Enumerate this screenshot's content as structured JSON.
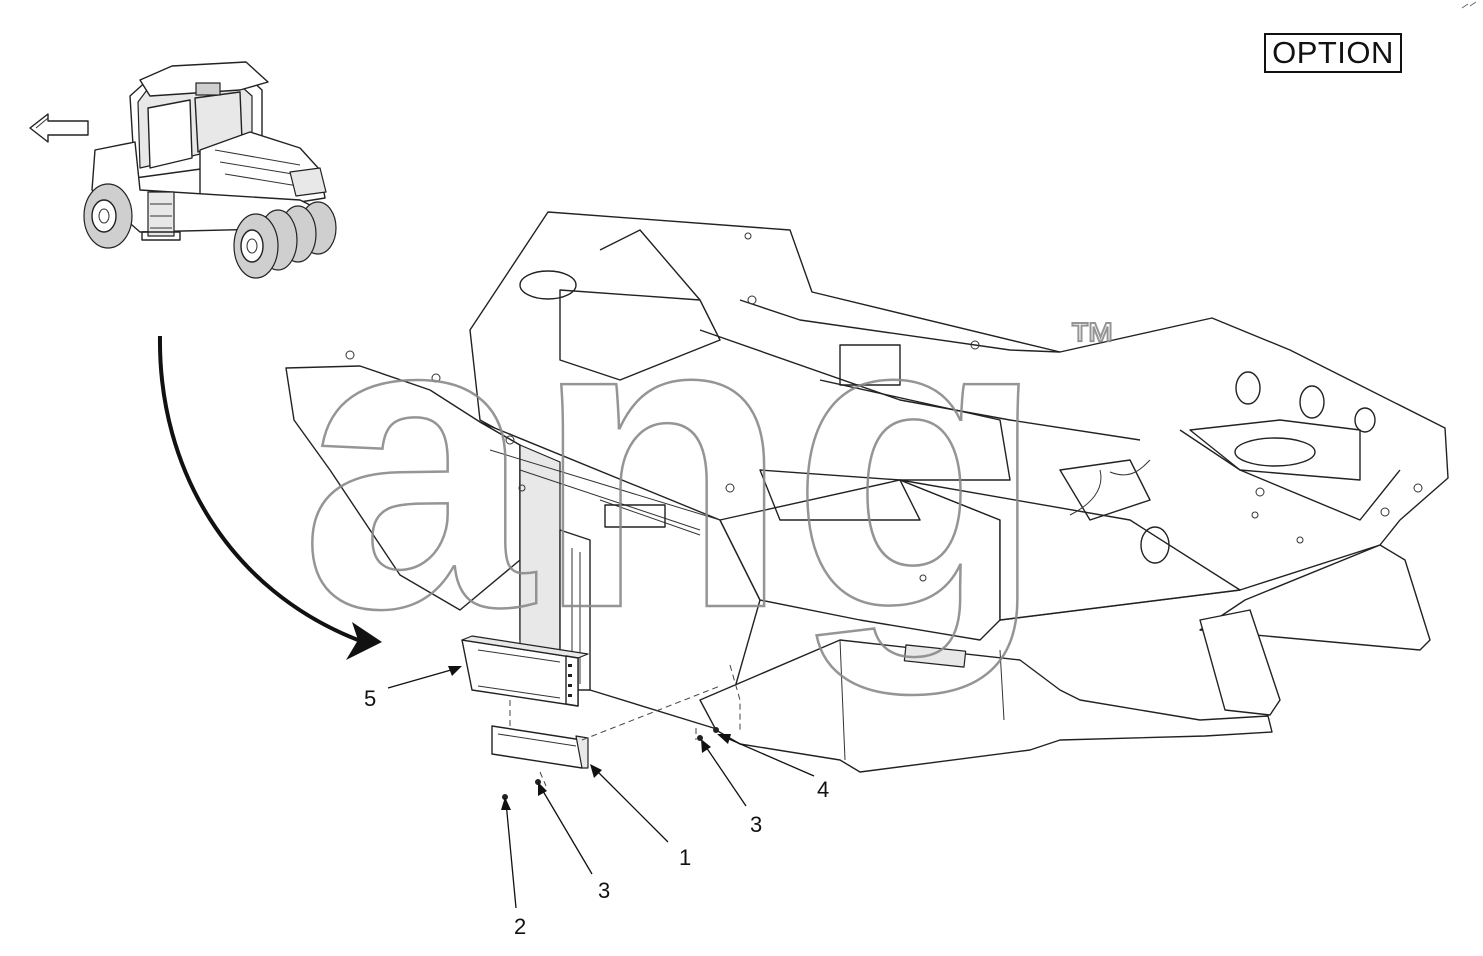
{
  "option_label": "OPTION",
  "watermark": {
    "text": "ang",
    "trademark": "™"
  },
  "callouts": [
    {
      "id": "5",
      "label": "5"
    },
    {
      "id": "1",
      "label": "1"
    },
    {
      "id": "4",
      "label": "4"
    },
    {
      "id": "3a",
      "label": "3"
    },
    {
      "id": "3b",
      "label": "3"
    },
    {
      "id": "2",
      "label": "2"
    }
  ],
  "colors": {
    "line": "#222222",
    "background": "#ffffff",
    "watermark": "#9a9a9a"
  }
}
